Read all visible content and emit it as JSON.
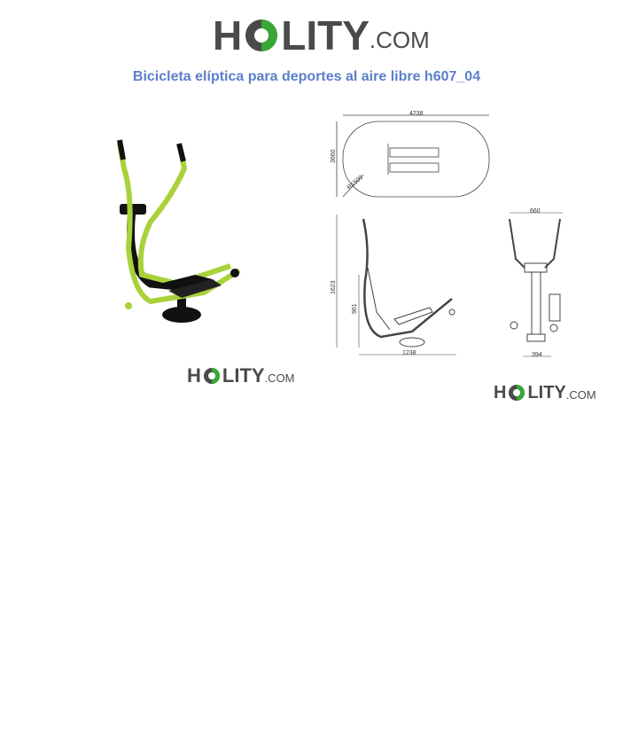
{
  "brand": {
    "wordmark_start": "H",
    "wordmark_end": "LITY",
    "suffix": ".COM",
    "colors": {
      "gray": "#4a4a4a",
      "green": "#3aa637",
      "title_blue": "#5b7fc9",
      "frame_green": "#a8d23a"
    }
  },
  "title": "Bicicleta elíptica para deportes al aire libre h607_04",
  "drawing": {
    "top_view": {
      "width": "4238",
      "depth": "3660",
      "radius": "R1500"
    },
    "side_view": {
      "height": "1623",
      "step_height": "961",
      "length": "1238"
    },
    "front_view": {
      "width": "660",
      "base": "394"
    }
  },
  "icons": [
    "holity-o-icon",
    "elliptical-trainer-photo",
    "technical-drawing"
  ]
}
